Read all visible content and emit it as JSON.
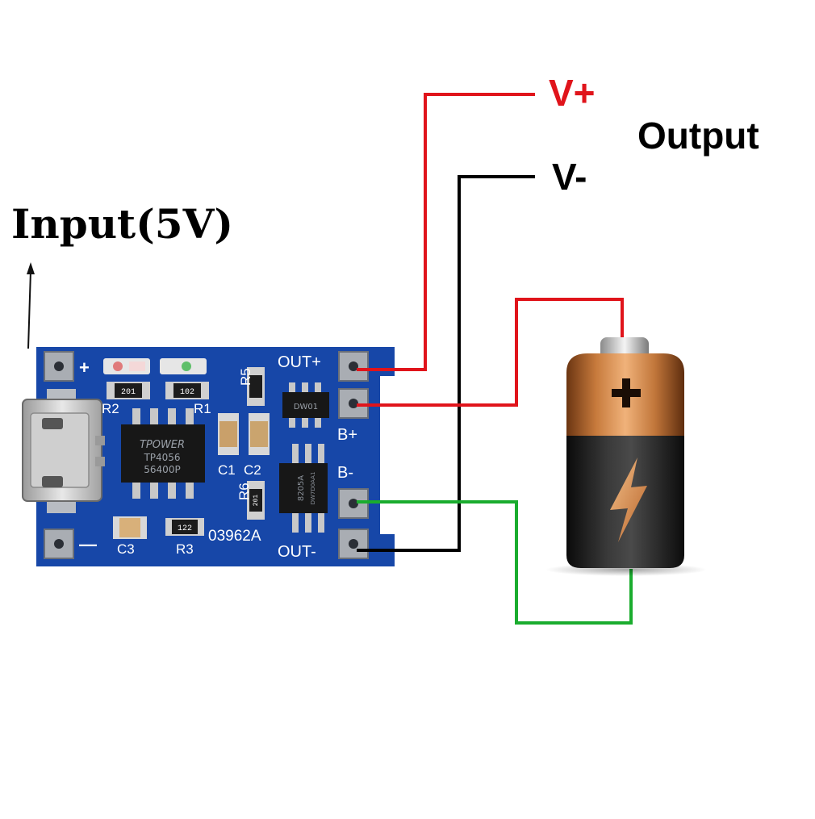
{
  "labels": {
    "input": "Input(5V)",
    "output": "Output",
    "v_plus": "V+",
    "v_minus": "V-"
  },
  "board": {
    "plus": "+",
    "minus": "—",
    "out_plus": "OUT+",
    "out_minus": "OUT-",
    "b_plus": "B+",
    "b_minus": "B-",
    "r1": "R1",
    "r2": "R2",
    "r3": "R3",
    "r5": "R5",
    "r6": "R6",
    "c1": "C1",
    "c2": "C2",
    "c3": "C3",
    "board_id": "03962A",
    "chip_brand": "TPOWER",
    "chip_model": "TP4056",
    "chip_code": "56400P",
    "mosfet_model": "8205A",
    "mosfet_code": "DW7D0AA1",
    "protect_code": "DW01",
    "res_r2_code": "201",
    "res_r1_code": "102",
    "res_r3_code": "122",
    "res_r6_code": "201"
  },
  "colors": {
    "positive_wire": "#e0141b",
    "negative_wire": "#000000",
    "battery_wire": "#1aac2e",
    "pcb": "#1747a8"
  },
  "icons": {
    "battery_plus": "plus-icon",
    "battery_bolt": "lightning-bolt-icon",
    "input_arrow": "arrow-up-icon"
  }
}
